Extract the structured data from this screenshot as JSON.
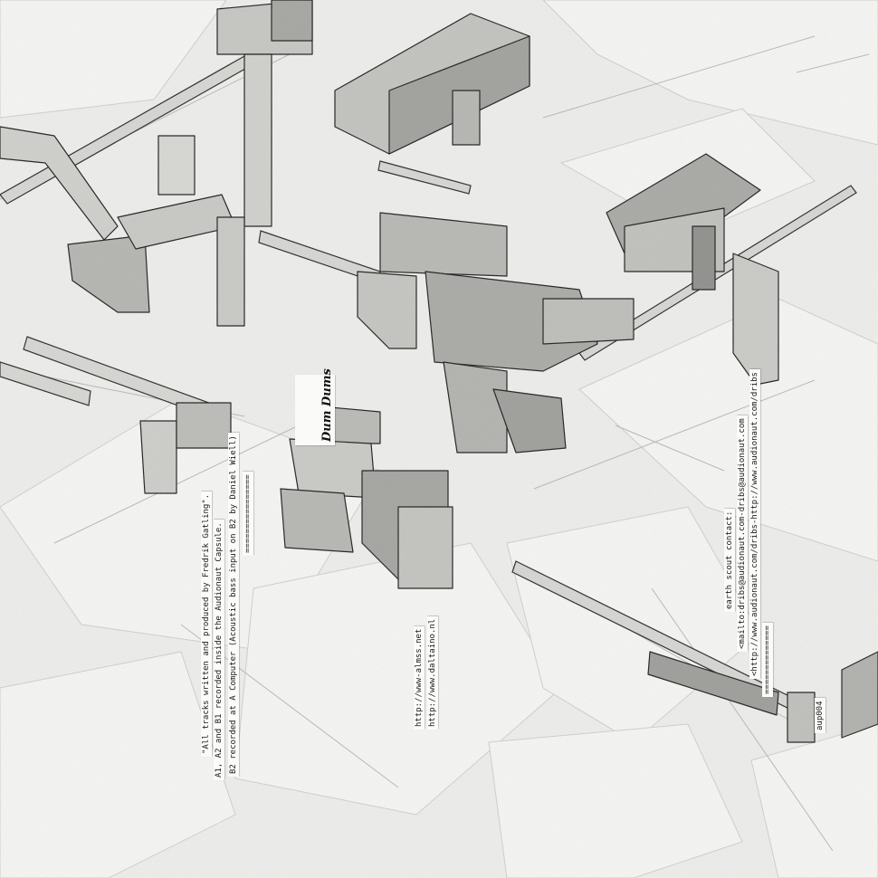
{
  "credits": {
    "tracks": "\"All tracks written and produced by Fredrik Gatling\".",
    "a_sides": "A1, A2 and B1 recorded inside the Audionaut Capsule.",
    "b2": "B2 recorded at A Computer (Acoustic bass input on B2 by Daniel Wiell)",
    "separator": "================"
  },
  "signature": "Dum Dums",
  "links": {
    "url_1": "http://www-almss.net",
    "url_2": "http://www.daltaino.nl"
  },
  "contact": {
    "heading": "earth scout contact:",
    "mailto": "<mailto:dribs@audionaut.com-dribs@audionaut.com",
    "http": "<http://www.audionaut.com/dribs-http://www.audionaut.com/dribs",
    "separator": "=============="
  },
  "catalog": "aup004",
  "colors": {
    "paper": "#eeeeec",
    "ink": "#1a1a1a",
    "block": "#b9b9b6",
    "block_dark": "#8f8f8c"
  }
}
